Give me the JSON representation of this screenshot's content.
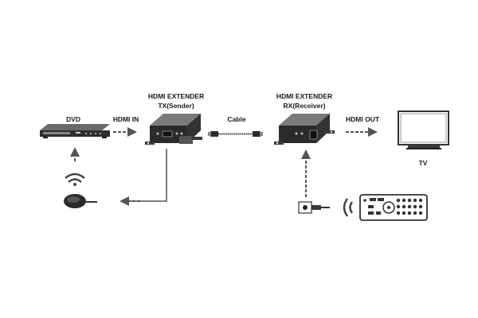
{
  "labels": {
    "dvd": "DVD",
    "hdmi_in": "HDMI IN",
    "tx_title": "HDMI EXTENDER",
    "tx_sub": "TX(Sender)",
    "cable": "Cable",
    "rx_title": "HDMI EXTENDER",
    "rx_sub": "RX(Receiver)",
    "hdmi_out": "HDMI OUT",
    "tv": "TV"
  },
  "colors": {
    "device_dark": "#2b2b2b",
    "device_mid": "#4a4a4a",
    "device_light": "#7a7a7a",
    "arrow": "#555555",
    "line": "#333333"
  }
}
